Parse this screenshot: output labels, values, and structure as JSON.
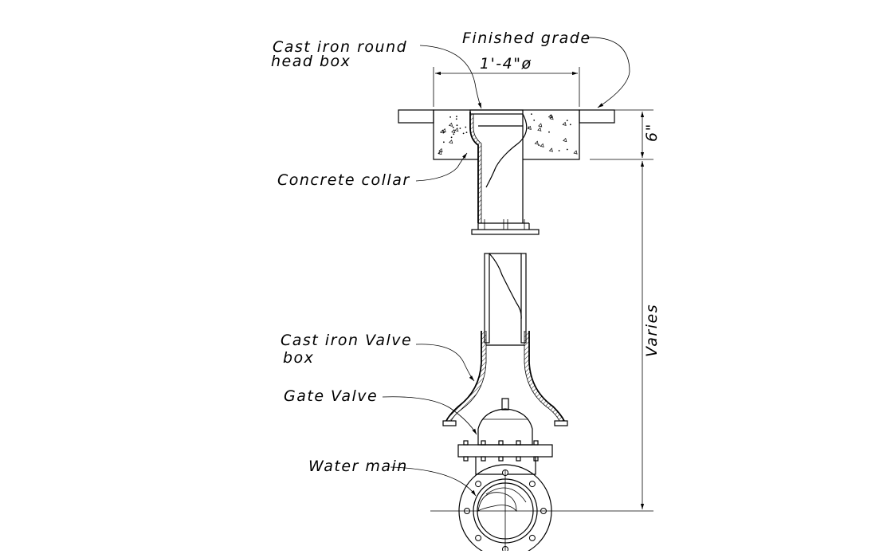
{
  "drawing": {
    "labels": {
      "cast_iron_round_line1": "Cast iron round",
      "cast_iron_round_line2": "head box",
      "finished_grade": "Finished grade",
      "diameter": "1'-4\"ø",
      "six_inch": "6\"",
      "concrete_collar": "Concrete collar",
      "cast_iron_valve_line1": "Cast iron Valve",
      "cast_iron_valve_line2": "box",
      "gate_valve": "Gate Valve",
      "water_main": "Water main",
      "varies": "Varies"
    }
  }
}
